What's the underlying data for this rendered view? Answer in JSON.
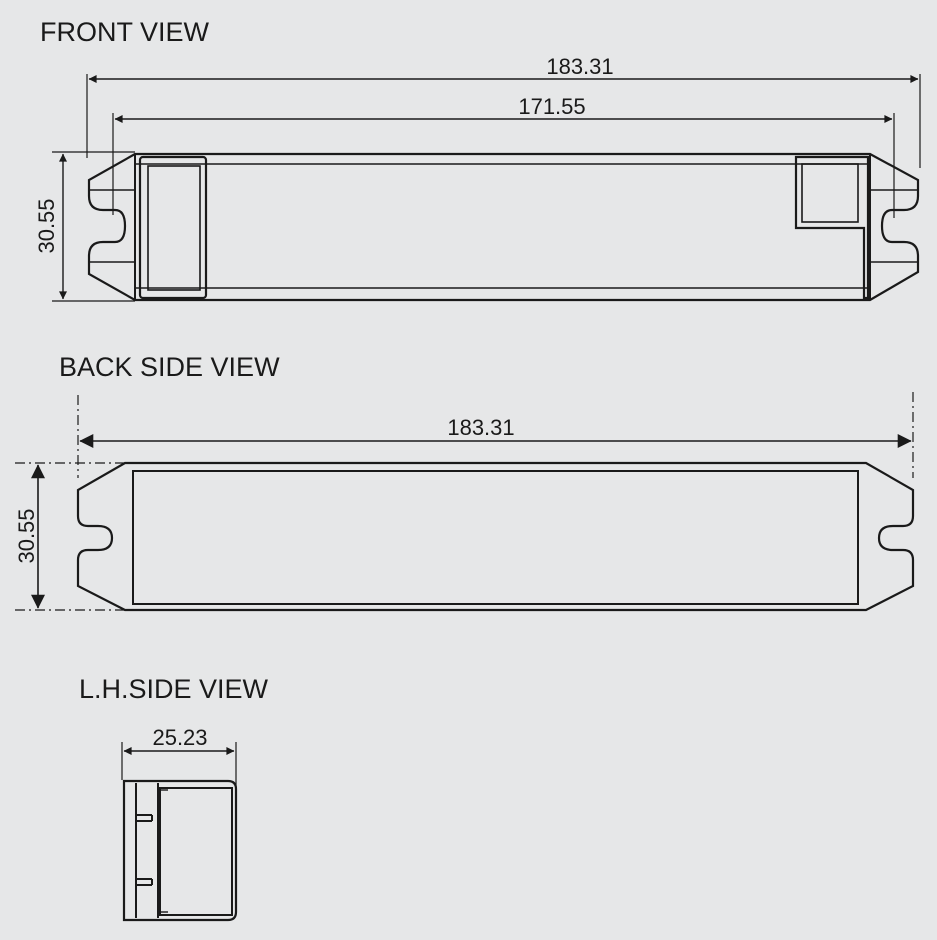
{
  "front_view": {
    "title": "FRONT VIEW",
    "overall_length": "183.31",
    "mounting_hole_spacing": "171.55",
    "height": "30.55"
  },
  "back_side_view": {
    "title": "BACK SIDE VIEW",
    "overall_length": "183.31",
    "height": "30.55"
  },
  "lh_side_view": {
    "title": "L.H.SIDE VIEW",
    "width": "25.23"
  }
}
